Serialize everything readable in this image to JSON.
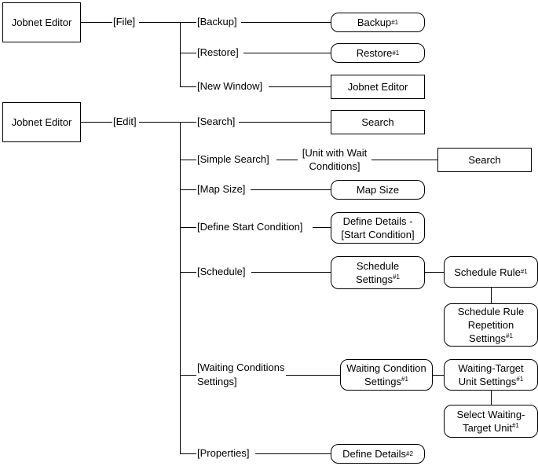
{
  "diagram": {
    "menu_trees": [
      {
        "root": "Jobnet Editor",
        "menu": "[File]",
        "items": [
          {
            "label": "[Backup]",
            "dialog": "Backup",
            "note": "#1"
          },
          {
            "label": "[Restore]",
            "dialog": "Restore",
            "note": "#1"
          },
          {
            "label": "[New Window]",
            "dialog": "Jobnet Editor"
          }
        ]
      },
      {
        "root": "Jobnet Editor",
        "menu": "[Edit]",
        "items": [
          {
            "label": "[Search]",
            "dialog": "Search"
          },
          {
            "label": "[Simple Search]",
            "sub_label_line1": "[Unit with Wait",
            "sub_label_line2": "Conditions]",
            "dialog": "Search"
          },
          {
            "label": "[Map Size]",
            "dialog": "Map Size"
          },
          {
            "label": "[Define Start Condition]",
            "dialog_line1": "Define Details -",
            "dialog_line2": "[Start Condition]"
          },
          {
            "label": "[Schedule]",
            "dialog_line1": "Schedule",
            "dialog_line2": "Settings",
            "note": "#1",
            "child": {
              "text": "Schedule Rule",
              "note": "#1"
            },
            "grandchild": {
              "line1": "Schedule Rule",
              "line2": "Repetition",
              "line3": "Settings",
              "note": "#1"
            }
          },
          {
            "label_line1": "[Waiting Conditions",
            "label_line2": "Settings]",
            "dialog_line1": "Waiting Condition",
            "dialog_line2": "Settings",
            "note": "#1",
            "child": {
              "line1": "Waiting-Target",
              "line2": "Unit Settings",
              "note": "#1"
            },
            "grandchild": {
              "line1": "Select Waiting-",
              "line2": "Target Unit",
              "note": "#1"
            }
          },
          {
            "label": "[Properties]",
            "dialog": "Define Details",
            "note": "#2"
          }
        ]
      }
    ]
  }
}
